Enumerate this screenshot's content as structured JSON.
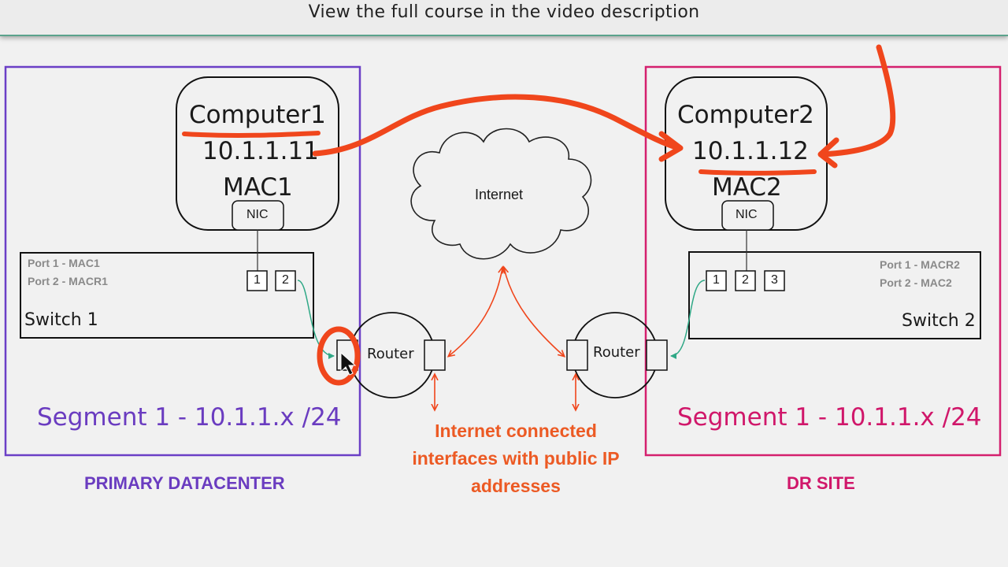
{
  "banner": {
    "text": "View the full course in the video description"
  },
  "left": {
    "computer_name": "Computer1",
    "computer_ip": "10.1.1.11",
    "computer_mac": "MAC1",
    "nic_label": "NIC",
    "port_table": [
      "Port 1 - MAC1",
      "Port 2 - MACR1"
    ],
    "ports": [
      "1",
      "2"
    ],
    "switch_name": "Switch 1",
    "router_label": "Router",
    "segment": "Segment 1 - 10.1.1.x /24",
    "site": "PRIMARY DATACENTER"
  },
  "right": {
    "computer_name": "Computer2",
    "computer_ip": "10.1.1.12",
    "computer_mac": "MAC2",
    "nic_label": "NIC",
    "port_table": [
      "Port 1 - MACR2",
      "Port 2 - MAC2"
    ],
    "ports": [
      "1",
      "2",
      "3"
    ],
    "switch_name": "Switch 2",
    "router_label": "Router",
    "segment": "Segment 1 - 10.1.1.x /24",
    "site": "DR SITE"
  },
  "cloud": {
    "label": "Internet"
  },
  "note": [
    "Internet connected",
    "interfaces with public IP",
    "addresses"
  ],
  "colors": {
    "primary_border": "#6b3fc6",
    "primary_text": "#6a3cc0",
    "dr_border": "#d4206e",
    "dr_text": "#d0176a",
    "annotation": "#f0461c",
    "note_text": "#ec5a24",
    "link": "#2fa886"
  }
}
